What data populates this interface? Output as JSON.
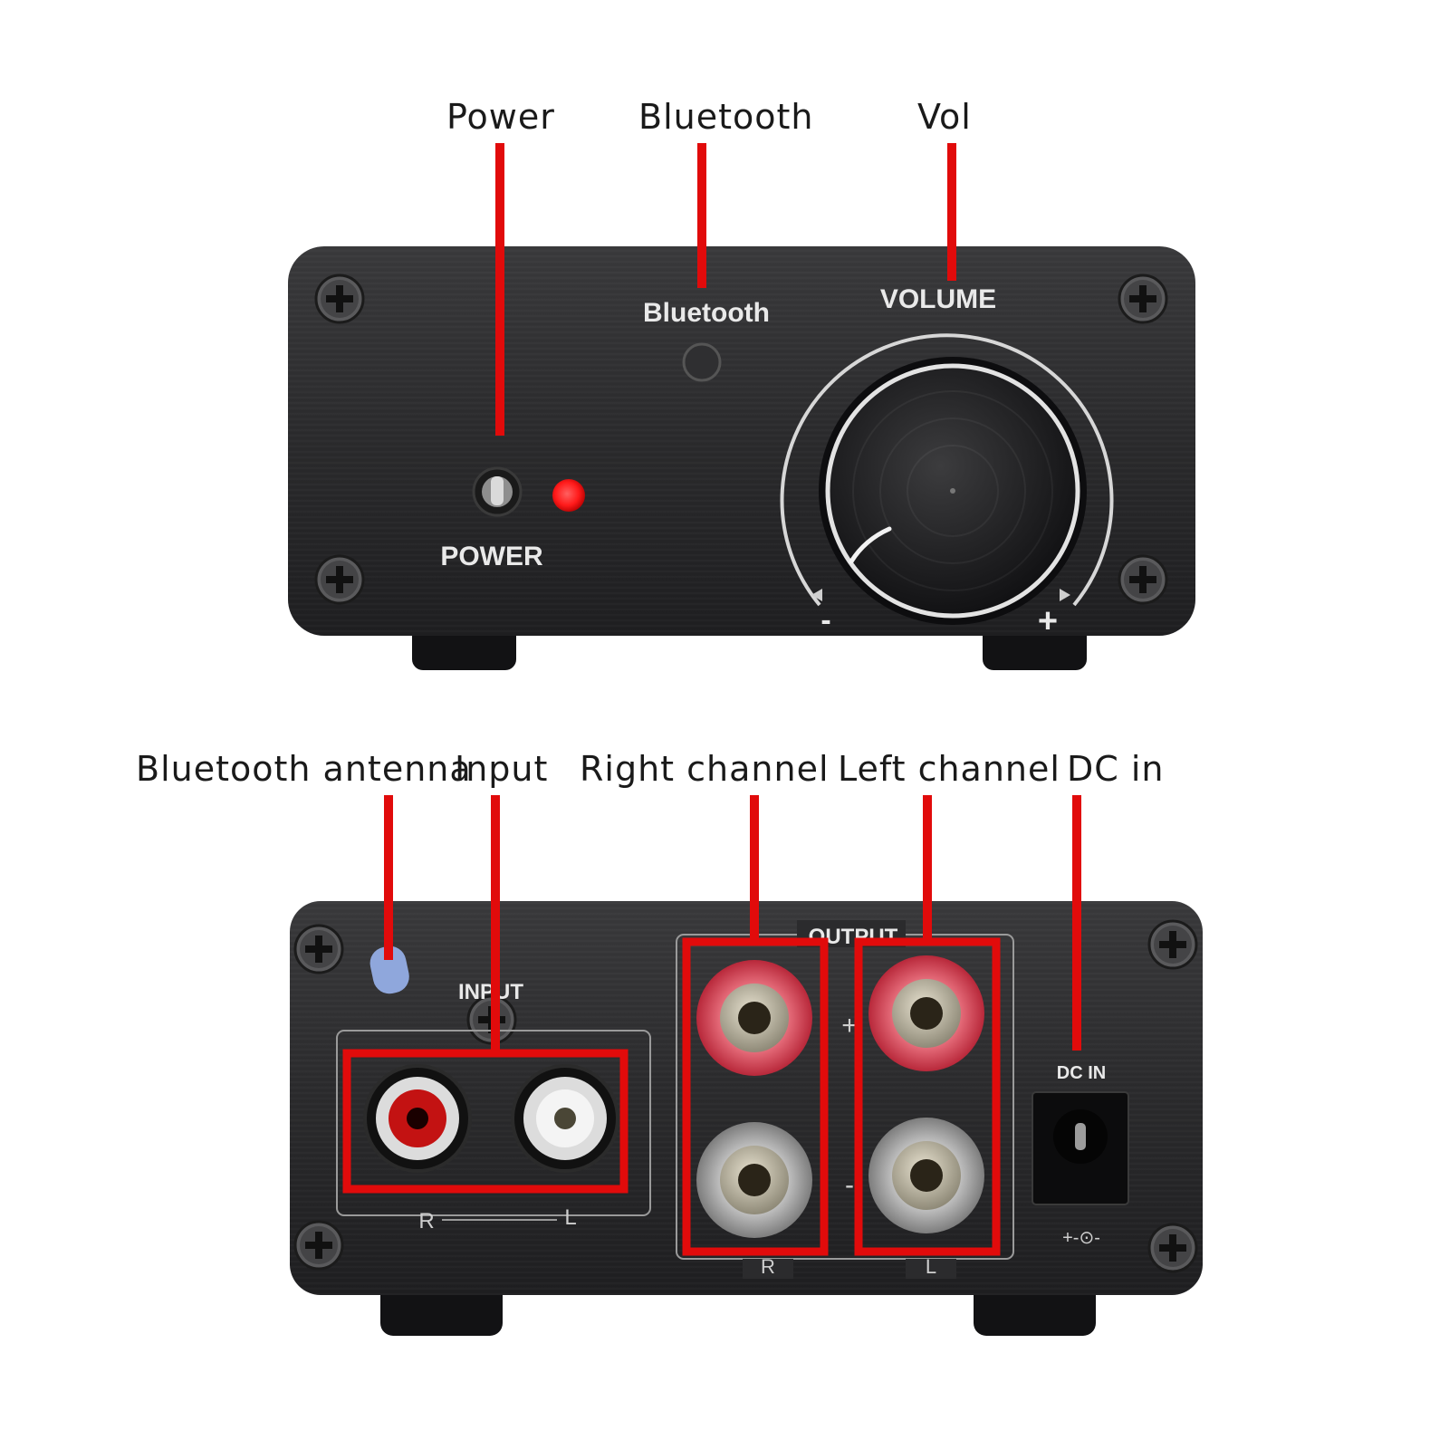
{
  "callouts": {
    "power": "Power",
    "bluetooth": "Bluetooth",
    "vol": "Vol",
    "bluetooth_antenna": "Bluetooth antenna",
    "input": "Input",
    "right_channel": "Right channel",
    "left_channel": "Left channel",
    "dc_in": "DC in"
  },
  "front_panel": {
    "bluetooth_label": "Bluetooth",
    "volume_label": "VOLUME",
    "power_label": "POWER",
    "minus_sign": "-",
    "plus_sign": "+"
  },
  "rear_panel": {
    "input_label": "INPUT",
    "output_label": "OUTPUT",
    "input_r": "R",
    "input_l": "L",
    "output_r": "R",
    "output_l": "L",
    "plus_sign": "+",
    "minus_sign": "-",
    "dc_in_label": "DC IN",
    "polarity_label": "+-⊙-"
  },
  "colors": {
    "leader": "#e10b0b",
    "chassis": "#2a2a2c",
    "led": "#ff1a1a"
  }
}
